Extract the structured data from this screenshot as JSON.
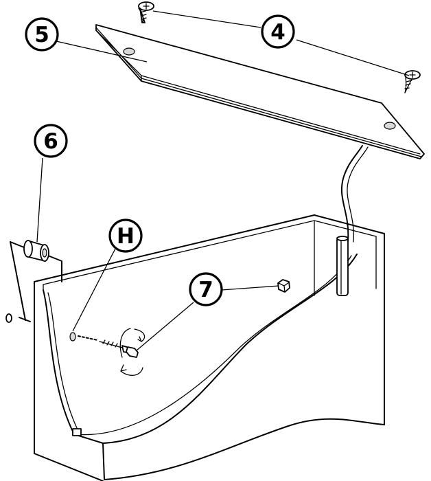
{
  "callouts": {
    "lid": "5",
    "screws": "4",
    "roller": "6",
    "hole": "H",
    "bolt": "7"
  }
}
